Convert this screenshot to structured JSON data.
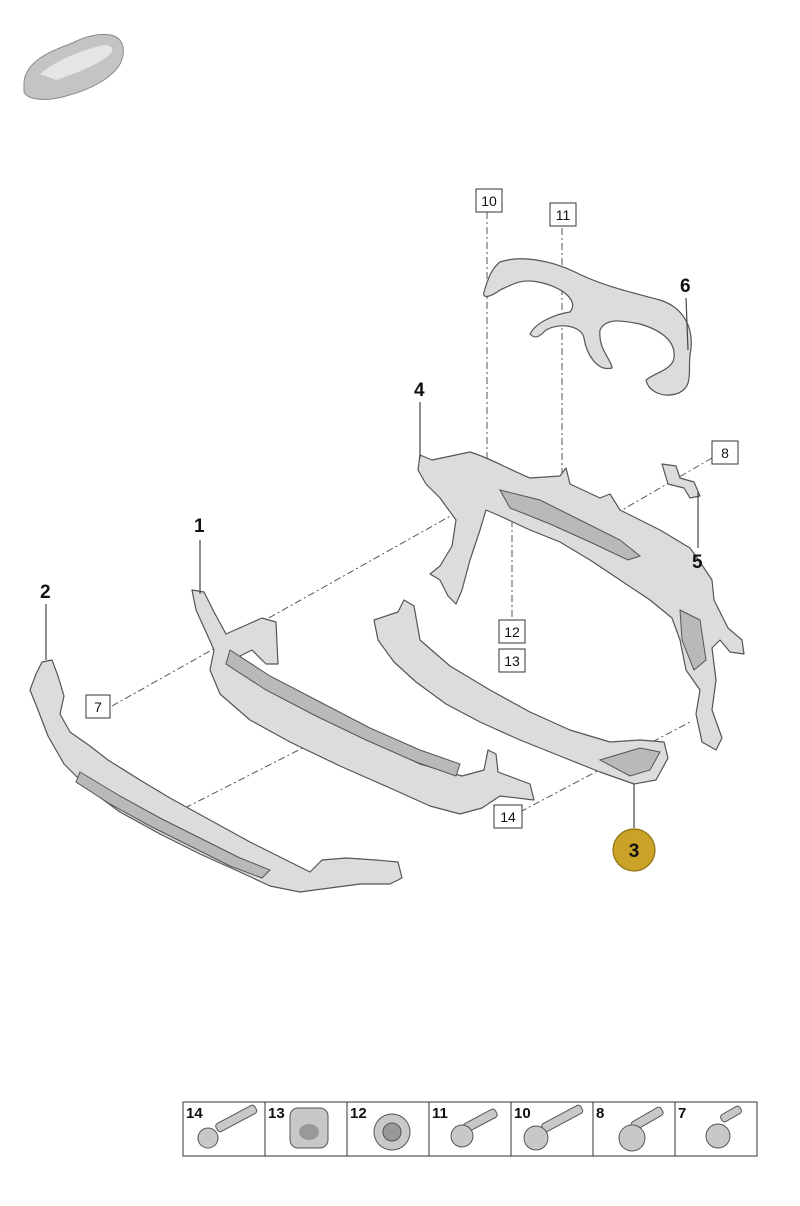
{
  "callouts": {
    "p1": "1",
    "p2": "2",
    "p3": "3",
    "p4": "4",
    "p5": "5",
    "p6": "6",
    "b7": "7",
    "b8": "8",
    "b10": "10",
    "b11": "11",
    "b12": "12",
    "b13": "13",
    "b14": "14"
  },
  "legend": [
    "14",
    "13",
    "12",
    "11",
    "10",
    "8",
    "7"
  ],
  "highlight_color": "#c9a227",
  "icons": [
    "car-silhouette-icon"
  ]
}
